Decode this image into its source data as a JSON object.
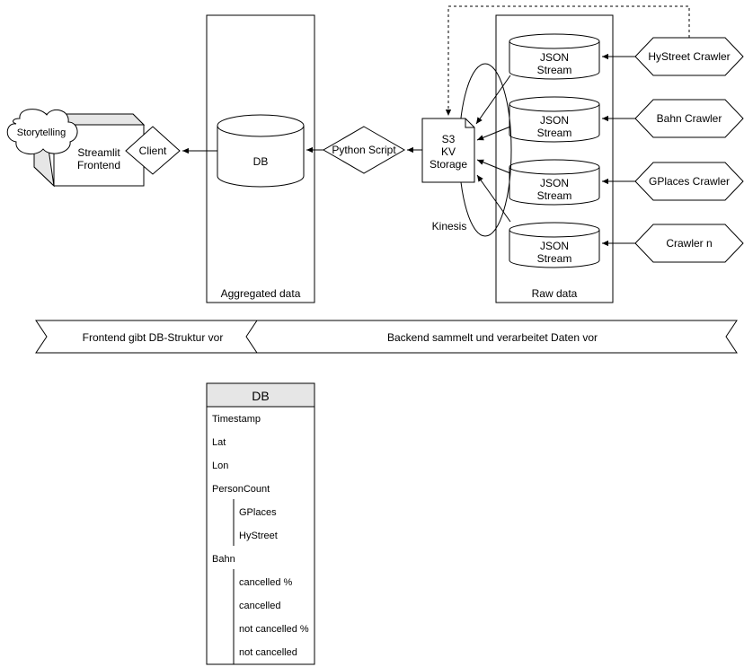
{
  "frontend": {
    "storytelling": "Storytelling",
    "streamlit_line1": "Streamlit",
    "streamlit_line2": "Frontend",
    "client": "Client"
  },
  "aggregated": {
    "db": "DB",
    "caption": "Aggregated data"
  },
  "python_script": "Python Script",
  "s3": {
    "line1": "S3",
    "line2": "KV",
    "line3": "Storage"
  },
  "kinesis": "Kinesis",
  "raw": {
    "caption": "Raw data",
    "streams": [
      {
        "line1": "JSON",
        "line2": "Stream"
      },
      {
        "line1": "JSON",
        "line2": "Stream"
      },
      {
        "line1": "JSON",
        "line2": "Stream"
      },
      {
        "line1": "JSON",
        "line2": "Stream"
      }
    ]
  },
  "crawlers": [
    "HyStreet Crawler",
    "Bahn Crawler",
    "GPlaces Crawler",
    "Crawler n"
  ],
  "banner": {
    "left": "Frontend gibt DB-Struktur vor",
    "right": "Backend sammelt und verarbeitet Daten vor"
  },
  "schema": {
    "title": "DB",
    "fields": [
      "Timestamp",
      "Lat",
      "Lon",
      "PersonCount"
    ],
    "personcount_children": [
      "GPlaces",
      "HyStreet"
    ],
    "bahn": "Bahn",
    "bahn_children": [
      "cancelled %",
      "cancelled",
      "not cancelled %",
      "not cancelled"
    ]
  }
}
